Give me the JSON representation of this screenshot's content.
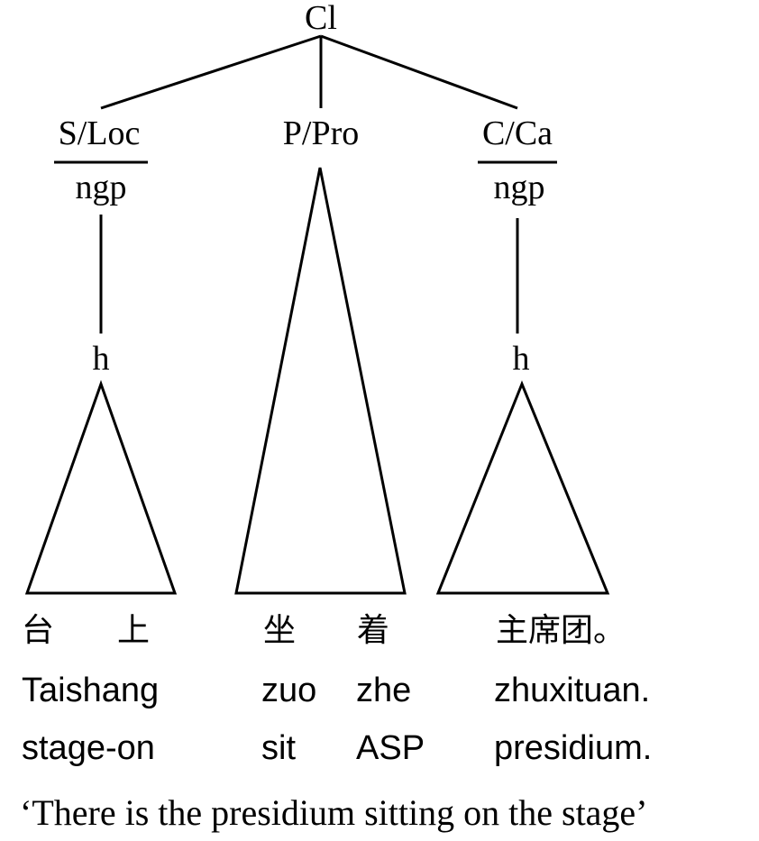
{
  "tree": {
    "root": "Cl",
    "branches": {
      "left": {
        "function": "S/Loc",
        "group": "ngp",
        "head": "h"
      },
      "middle": {
        "function": "P/Pro"
      },
      "right": {
        "function": "C/Ca",
        "group": "ngp",
        "head": "h"
      }
    }
  },
  "example": {
    "chinese": {
      "w1": "台",
      "w2": "上",
      "w3": "坐",
      "w4": "着",
      "w5": "主席团。"
    },
    "pinyin": {
      "w1": "Taishang",
      "w2": "zuo",
      "w3": "zhe",
      "w4": "zhuxituan."
    },
    "gloss": {
      "w1": "stage-on",
      "w2": "sit",
      "w3": "ASP",
      "w4": "presidium."
    },
    "translation": "‘There is the presidium sitting on the stage’"
  }
}
